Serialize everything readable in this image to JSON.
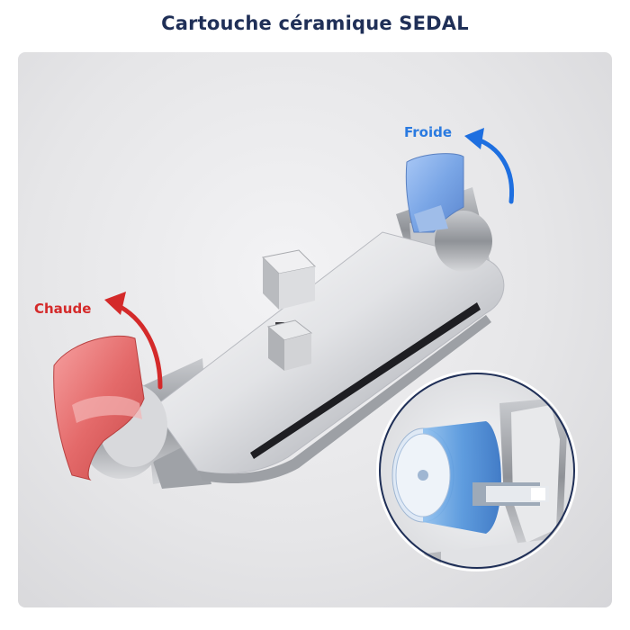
{
  "title": "Cartouche céramique SEDAL",
  "labels": {
    "hot": "Chaude",
    "cold": "Froide"
  },
  "colors": {
    "title": "#1f2f57",
    "hot": "#d42a2a",
    "cold": "#2a7ae0"
  }
}
